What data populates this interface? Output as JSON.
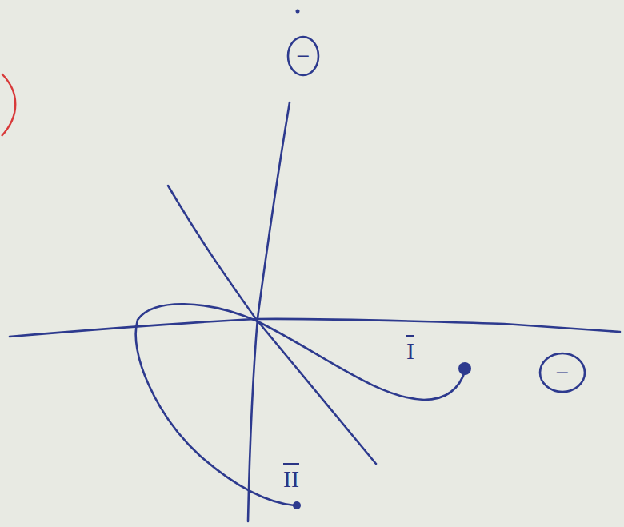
{
  "diagram": {
    "nodes": [
      {
        "text": [
          "−"
        ]
      },
      {
        "text": [
          "−"
        ]
      }
    ],
    "labels": [
      "I",
      "II"
    ]
  }
}
